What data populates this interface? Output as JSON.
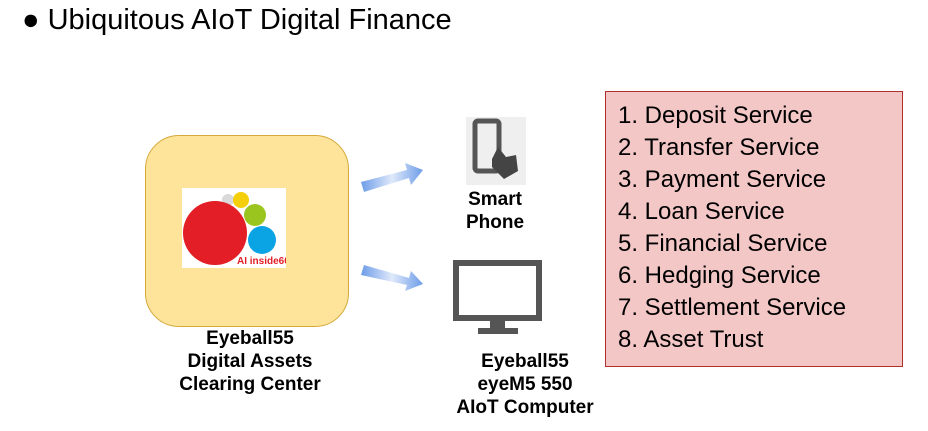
{
  "title": "Ubiquitous AIoT Digital Finance",
  "center": {
    "logo_text": "AI inside60",
    "label": [
      "Eyeball55",
      "Digital Assets",
      "Clearing Center"
    ]
  },
  "phone": {
    "label": [
      "Smart",
      "Phone"
    ]
  },
  "computer": {
    "label": [
      "Eyeball55",
      "eyeM5 550",
      "AIoT Computer"
    ]
  },
  "services": [
    "1. Deposit Service",
    "2. Transfer Service",
    "3. Payment Service",
    "4. Loan Service",
    "5. Financial Service",
    "6. Hedging Service",
    "7. Settlement Service",
    "8. Asset Trust"
  ]
}
